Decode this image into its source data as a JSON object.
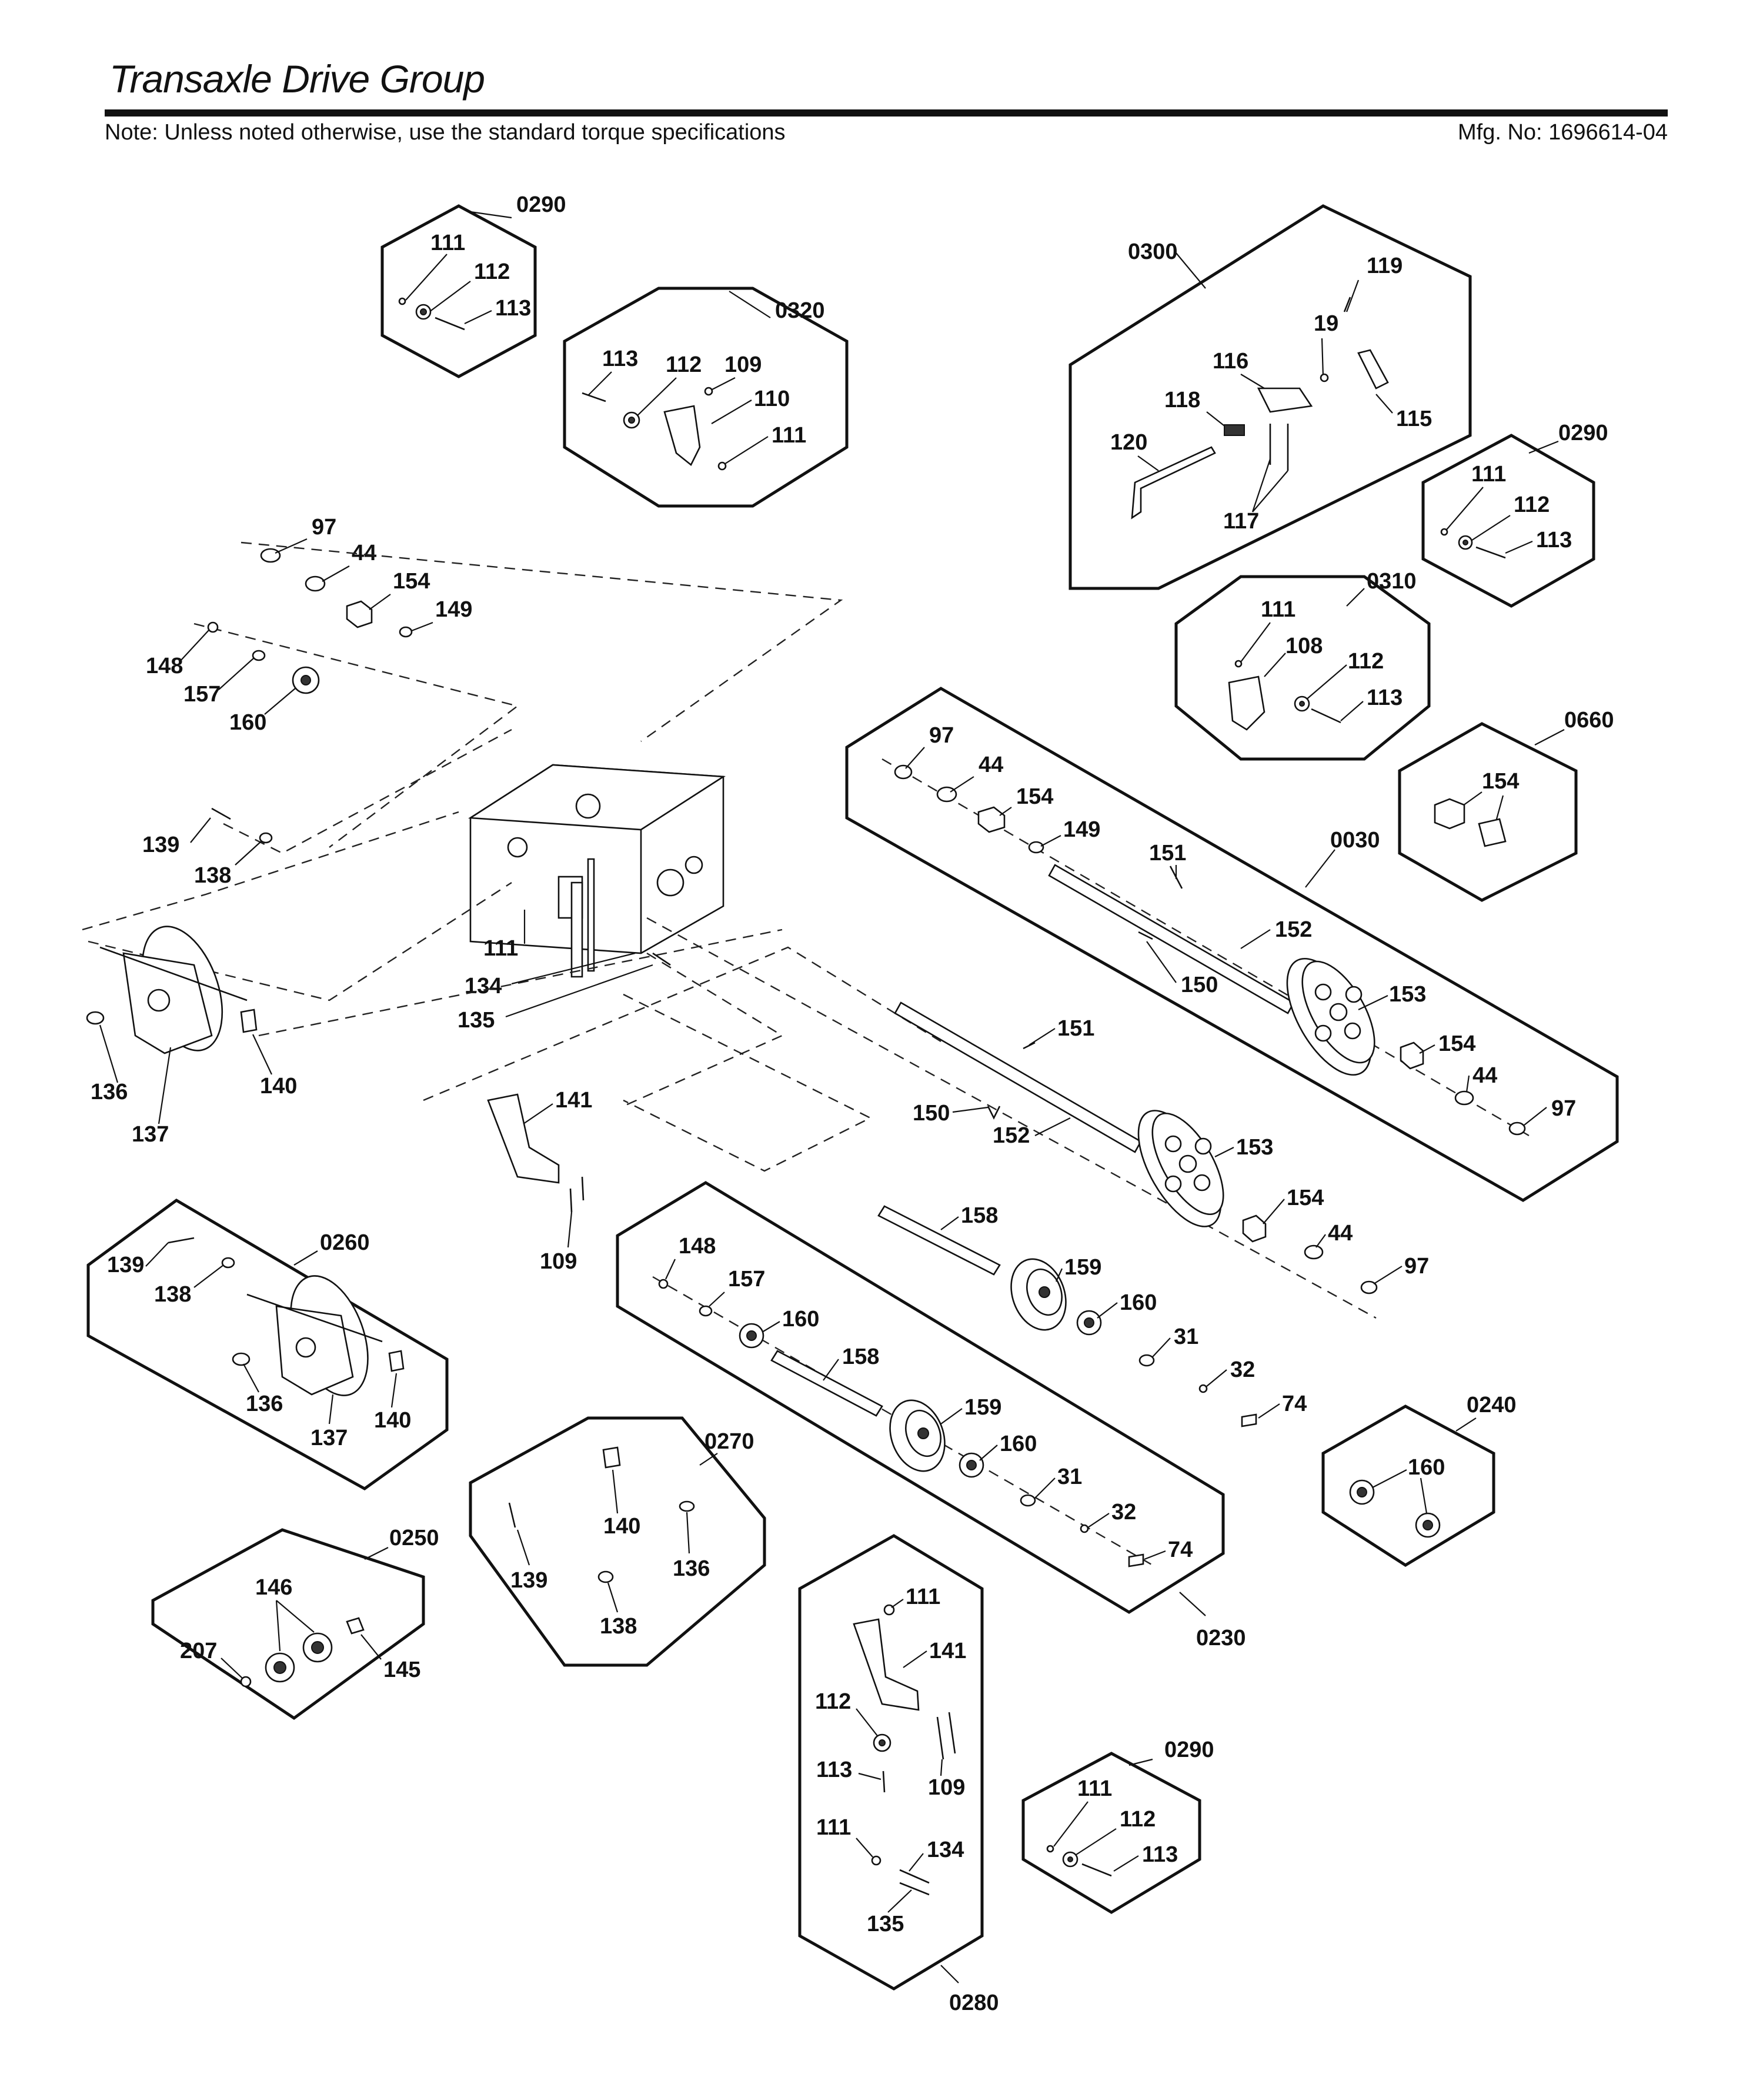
{
  "header": {
    "title": "Transaxle Drive Group",
    "note": "Note: Unless noted otherwise, use the standard torque specifications",
    "mfg": "Mfg. No: 1696614-04"
  },
  "groups": [
    {
      "ref": "0290",
      "parts": [
        "111",
        "112",
        "113"
      ]
    },
    {
      "ref": "0320",
      "parts": [
        "113",
        "112",
        "109",
        "110",
        "111"
      ]
    },
    {
      "ref": "0300",
      "parts": [
        "119",
        "19",
        "116",
        "118",
        "120",
        "117",
        "115"
      ]
    },
    {
      "ref": "0290",
      "parts": [
        "111",
        "112",
        "113"
      ]
    },
    {
      "ref": "0310",
      "parts": [
        "111",
        "108",
        "112",
        "113"
      ]
    },
    {
      "ref": "0660",
      "parts": [
        "154"
      ]
    },
    {
      "ref": "0030",
      "parts": [
        "97",
        "44",
        "154",
        "149",
        "151",
        "152",
        "150",
        "153",
        "154",
        "44",
        "97"
      ]
    },
    {
      "ref": "0260",
      "parts": [
        "139",
        "138",
        "136",
        "137",
        "140"
      ]
    },
    {
      "ref": "0270",
      "parts": [
        "139",
        "140",
        "136",
        "138"
      ]
    },
    {
      "ref": "0250",
      "parts": [
        "146",
        "207",
        "145"
      ]
    },
    {
      "ref": "0230",
      "parts": [
        "148",
        "157",
        "160",
        "158",
        "159",
        "160",
        "31",
        "32",
        "74"
      ]
    },
    {
      "ref": "0240",
      "parts": [
        "160"
      ]
    },
    {
      "ref": "0280",
      "parts": [
        "111",
        "141",
        "112",
        "109",
        "113",
        "111",
        "134",
        "135"
      ]
    },
    {
      "ref": "0290",
      "parts": [
        "111",
        "112",
        "113"
      ]
    }
  ],
  "loose_parts": [
    "97",
    "44",
    "154",
    "149",
    "148",
    "157",
    "160",
    "139",
    "138",
    "111",
    "134",
    "135",
    "136",
    "137",
    "140",
    "141",
    "109",
    "151",
    "150",
    "152",
    "153",
    "154",
    "44",
    "97",
    "158",
    "159",
    "160",
    "31",
    "32",
    "74"
  ]
}
